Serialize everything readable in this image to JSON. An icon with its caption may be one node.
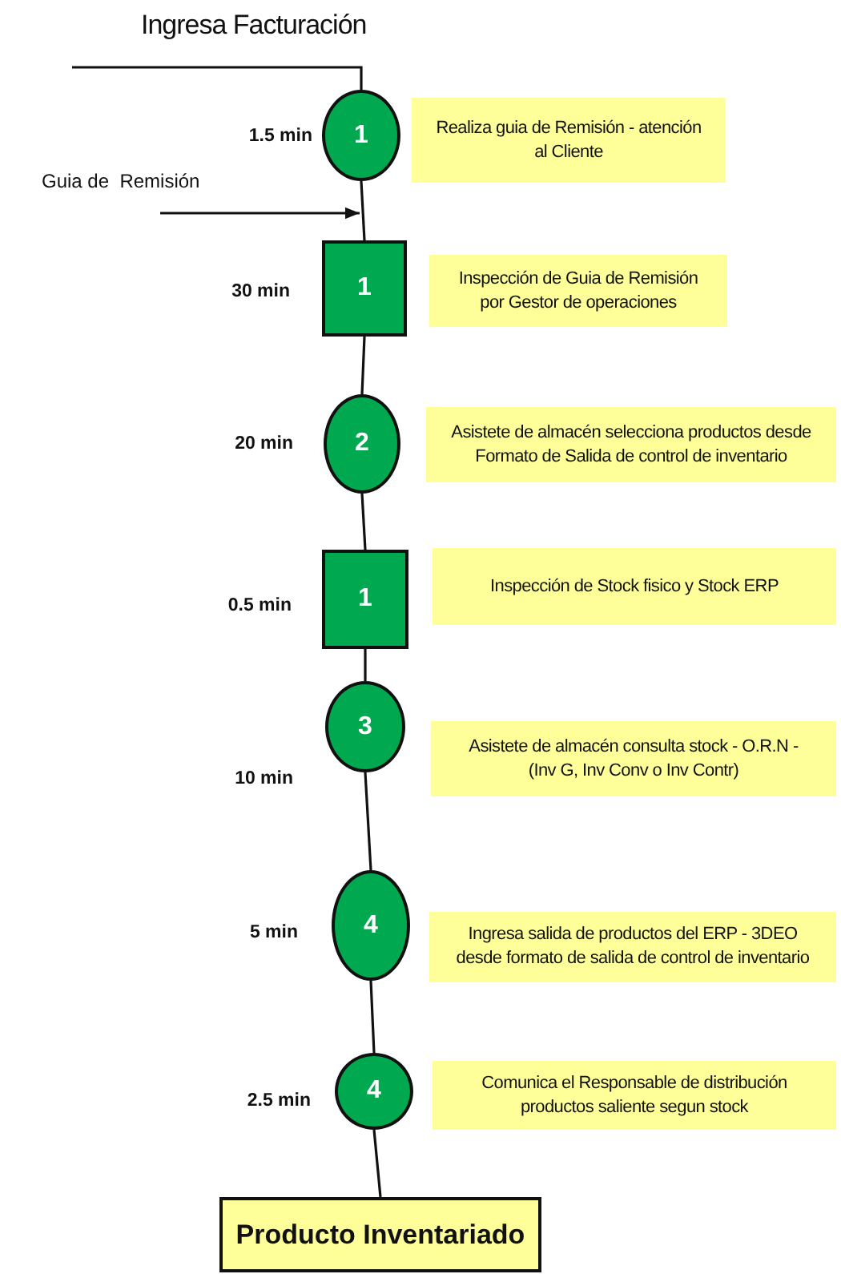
{
  "diagram": {
    "nodes": [
      {
        "text": [
          "1"
        ],
        "beside": [
          "1.5 min"
        ]
      },
      {
        "text": [
          "Realiza guia de Remisión - atención al Cliente"
        ]
      },
      {
        "text": [
          "Guia de  Remisión"
        ]
      },
      {
        "text": [
          "1"
        ],
        "beside": [
          "30 min"
        ]
      },
      {
        "text": [
          "Inspección de Guia de Remisión por Gestor de operaciones"
        ]
      },
      {
        "text": [
          "2"
        ],
        "beside": [
          "20 min"
        ]
      },
      {
        "text": [
          "Asistete de almacén selecciona productos desde Formato de Salida de control de inventario"
        ]
      },
      {
        "text": [
          "1"
        ],
        "beside": [
          "0.5 min"
        ]
      },
      {
        "text": [
          "Inspección de Stock fisico y Stock ERP"
        ]
      },
      {
        "text": [
          "3"
        ],
        "beside": [
          "10 min"
        ]
      },
      {
        "text": [
          "Asistete de almacén consulta stock - O.R.N - (Inv G, Inv Conv o Inv Contr)"
        ]
      },
      {
        "text": [
          "4"
        ],
        "beside": [
          "5 min"
        ]
      },
      {
        "text": [
          "Ingresa salida de productos del ERP - 3DEO desde formato de salida de control de inventario"
        ]
      },
      {
        "text": [
          "4"
        ],
        "beside": [
          "2.5 min"
        ]
      },
      {
        "text": [
          "Comunica el Responsable de distribución productos saliente segun stock"
        ]
      },
      {
        "text": [
          "Producto Inventariado"
        ]
      }
    ],
    "edges": [
      {
        "from": null,
        "to": 0,
        "arrow": "none"
      },
      {
        "from": 2,
        "to": 0,
        "arrow": "to"
      },
      {
        "from": 0,
        "to": 3,
        "arrow": "none"
      },
      {
        "from": 3,
        "to": 5,
        "arrow": "none"
      },
      {
        "from": 5,
        "to": 7,
        "arrow": "none"
      },
      {
        "from": 7,
        "to": 9,
        "arrow": "none"
      },
      {
        "from": 9,
        "to": 11,
        "arrow": "none"
      },
      {
        "from": 11,
        "to": 13,
        "arrow": "none"
      },
      {
        "from": 13,
        "to": 15,
        "arrow": "none"
      }
    ],
    "labels": [
      "Ingresa Facturación"
    ]
  }
}
